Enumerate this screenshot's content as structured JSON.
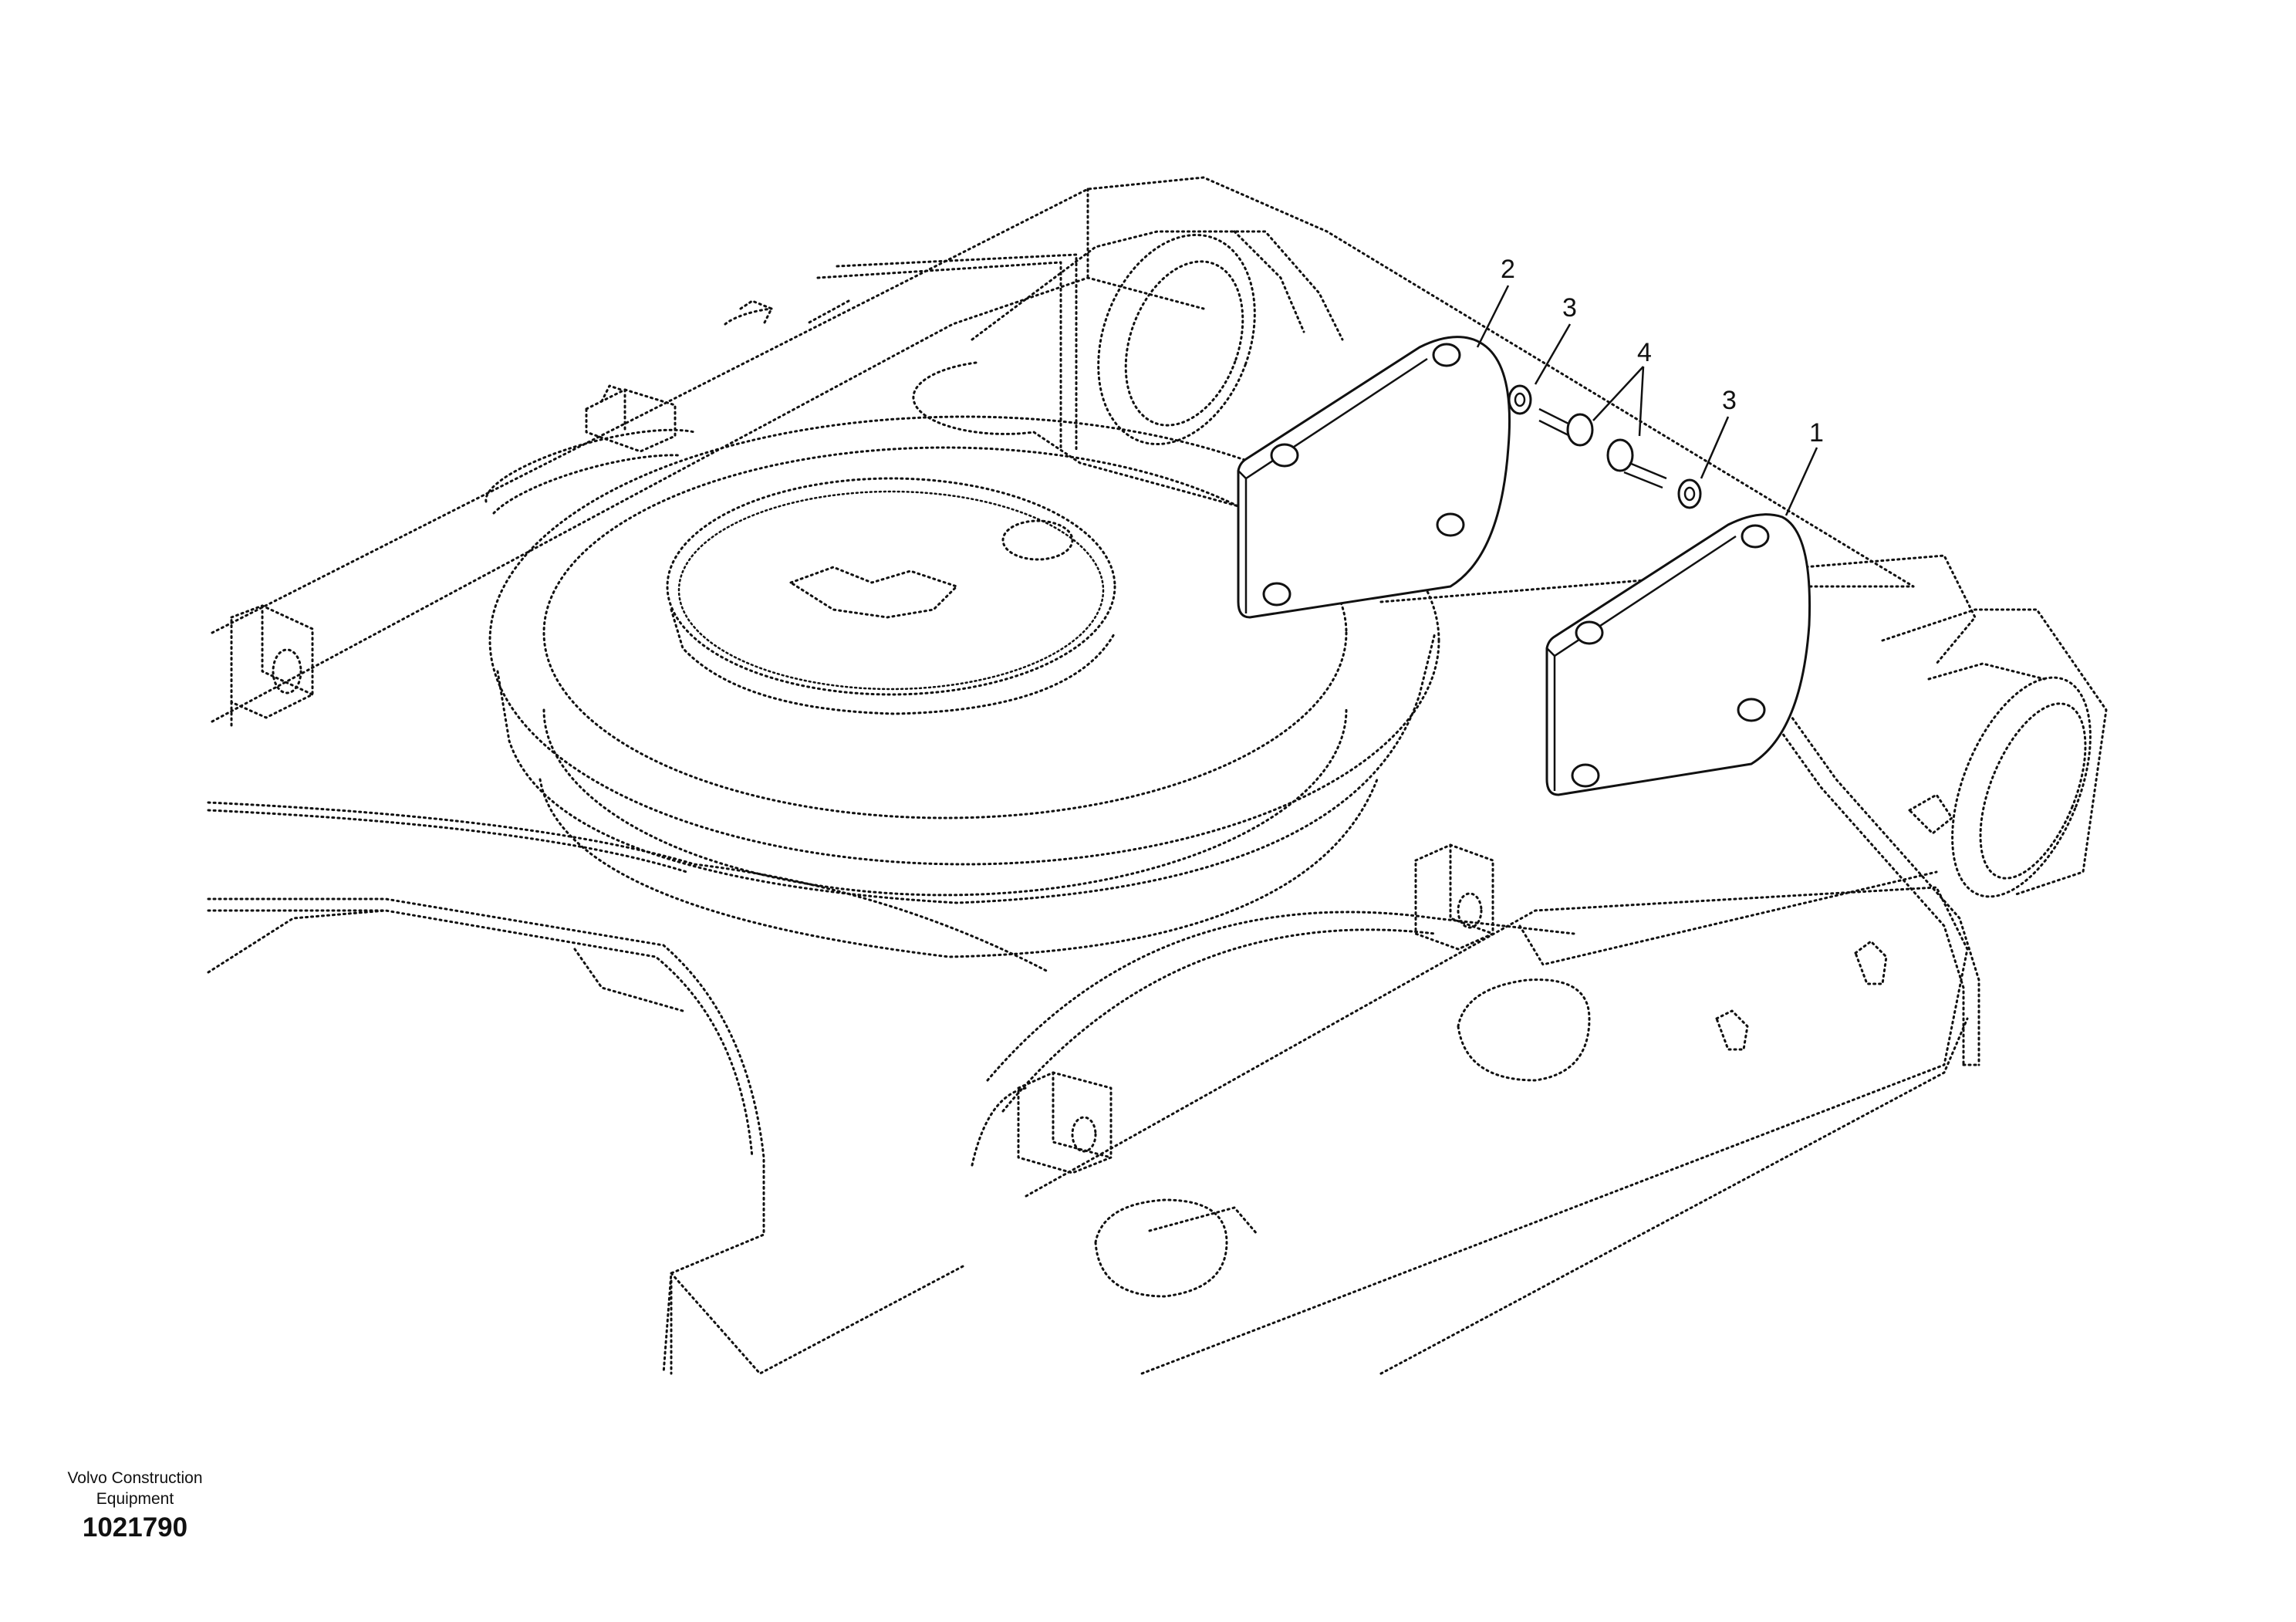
{
  "figure": {
    "callouts": [
      {
        "id": "callout-1",
        "label": "1"
      },
      {
        "id": "callout-2",
        "label": "2"
      },
      {
        "id": "callout-3a",
        "label": "3"
      },
      {
        "id": "callout-3b",
        "label": "3"
      },
      {
        "id": "callout-4",
        "label": "4"
      }
    ]
  },
  "footer": {
    "company_line1": "Volvo Construction",
    "company_line2": "Equipment",
    "drawing_number": "1021790"
  }
}
